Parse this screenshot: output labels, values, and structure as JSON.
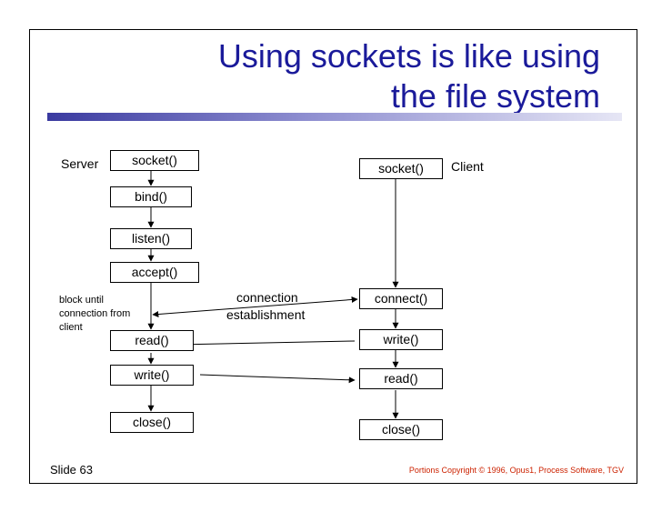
{
  "slide": {
    "title_line1": "Using sockets is like using",
    "title_line2": "the file system",
    "number": "Slide 63",
    "copyright": "Portions Copyright © 1996, Opus1, Process Software, TGV"
  },
  "server": {
    "label": "Server",
    "boxes": [
      "socket()",
      "bind()",
      "listen()",
      "accept()",
      "read()",
      "write()",
      "close()"
    ],
    "note": "block until connection from client"
  },
  "client": {
    "label": "Client",
    "boxes": [
      "socket()",
      "connect()",
      "write()",
      "read()",
      "close()"
    ]
  },
  "connection_label_line1": "connection",
  "connection_label_line2": "establishment",
  "colors": {
    "title": "#1a1a9a",
    "copyright": "#cc2200",
    "bar_dark": "#3a3aa0",
    "bar_light": "#e6e6f5"
  }
}
